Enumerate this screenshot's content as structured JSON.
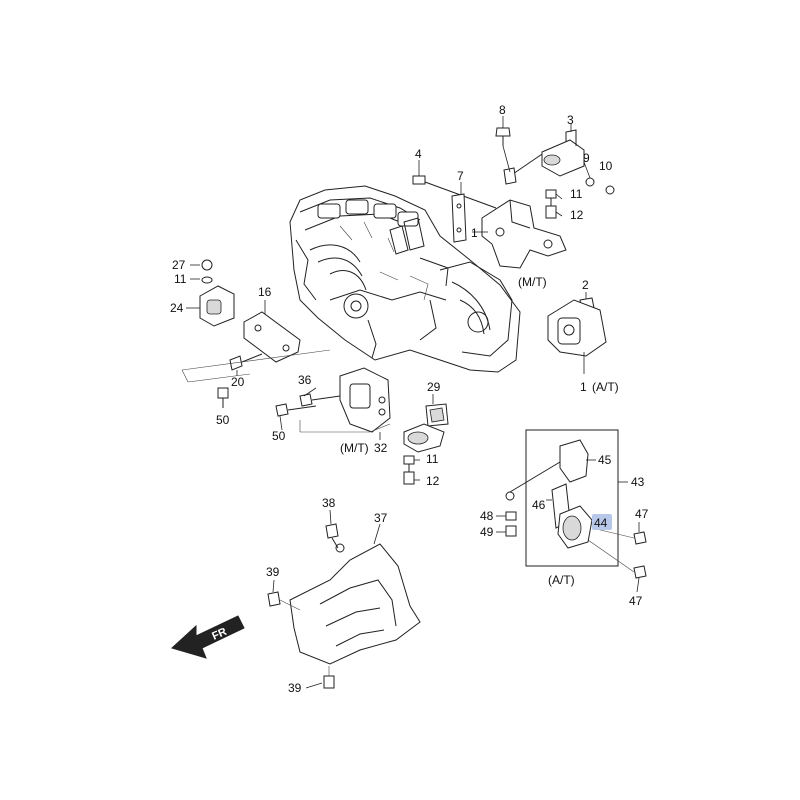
{
  "callouts": {
    "c8": "8",
    "c3": "3",
    "c4": "4",
    "c7": "7",
    "c9": "9",
    "c10": "10",
    "c11a": "11",
    "c12a": "12",
    "c1a": "1",
    "c27": "27",
    "c11b": "11",
    "c24": "24",
    "c16": "16",
    "c20": "20",
    "c36": "36",
    "c29": "29",
    "c50a": "50",
    "c50b": "50",
    "c32": "32",
    "c11c": "11",
    "c12b": "12",
    "c2": "2",
    "c1b": "1",
    "c45": "45",
    "c43": "43",
    "c46": "46",
    "c48": "48",
    "c49": "49",
    "c44": "44",
    "c47a": "47",
    "c47b": "47",
    "c38": "38",
    "c37": "37",
    "c39a": "39",
    "c39b": "39"
  },
  "notes": {
    "mt_top": "(M/T)",
    "mt_bottom": "(M/T)",
    "at_bracket": "(A/T)",
    "at_box": "(A/T)"
  },
  "front_arrow": {
    "label": "FR"
  },
  "colors": {
    "highlight": "#b8c8ea",
    "line": "#222222"
  }
}
